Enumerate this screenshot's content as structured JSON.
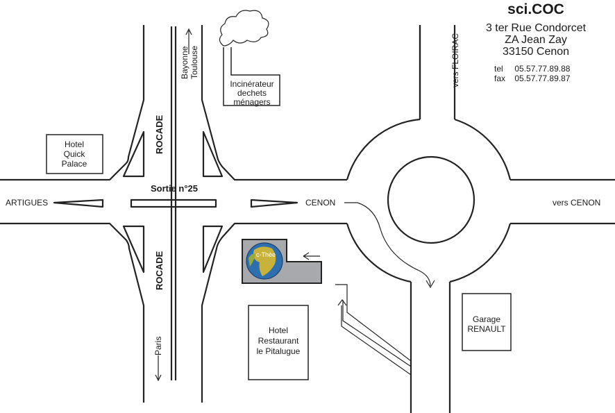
{
  "header": {
    "company": "sci.COC",
    "address_lines": [
      "3 ter Rue Condorcet",
      "ZA Jean Zay",
      "33150 Cenon"
    ],
    "tel_label": "tel",
    "tel": "05.57.77.89.88",
    "fax_label": "fax",
    "fax": "05.57.77.89.87"
  },
  "labels": {
    "rocade_top": "ROCADE",
    "rocade_bottom": "ROCADE",
    "bayonne": "Bayonne",
    "toulouse": "Toulouse",
    "paris": "Paris",
    "incinerator": [
      "Incinérateur",
      "dechets",
      "ménagers"
    ],
    "hotel_quick": [
      "Hotel",
      "Quick",
      "Palace"
    ],
    "sortie": "Sortie n°25",
    "artigues": "ARTIGUES",
    "cenon": "CENON",
    "vers_cenon": "vers CENON",
    "vers_floirac": "vers FLOIRAC",
    "hotel_restaurant": [
      "Hotel",
      "Restaurant",
      "le Pitalugue"
    ],
    "garage": [
      "Garage",
      "RENAULT"
    ],
    "logo_text": "c-Thèe"
  },
  "colors": {
    "road_line": "#222222",
    "building_fill": "#a7a9ac",
    "globe_land": "#c8b23a",
    "globe_sea": "#2e6fb0"
  },
  "icons": {
    "smoke": "cloud-icon",
    "logo": "globe-icon"
  }
}
